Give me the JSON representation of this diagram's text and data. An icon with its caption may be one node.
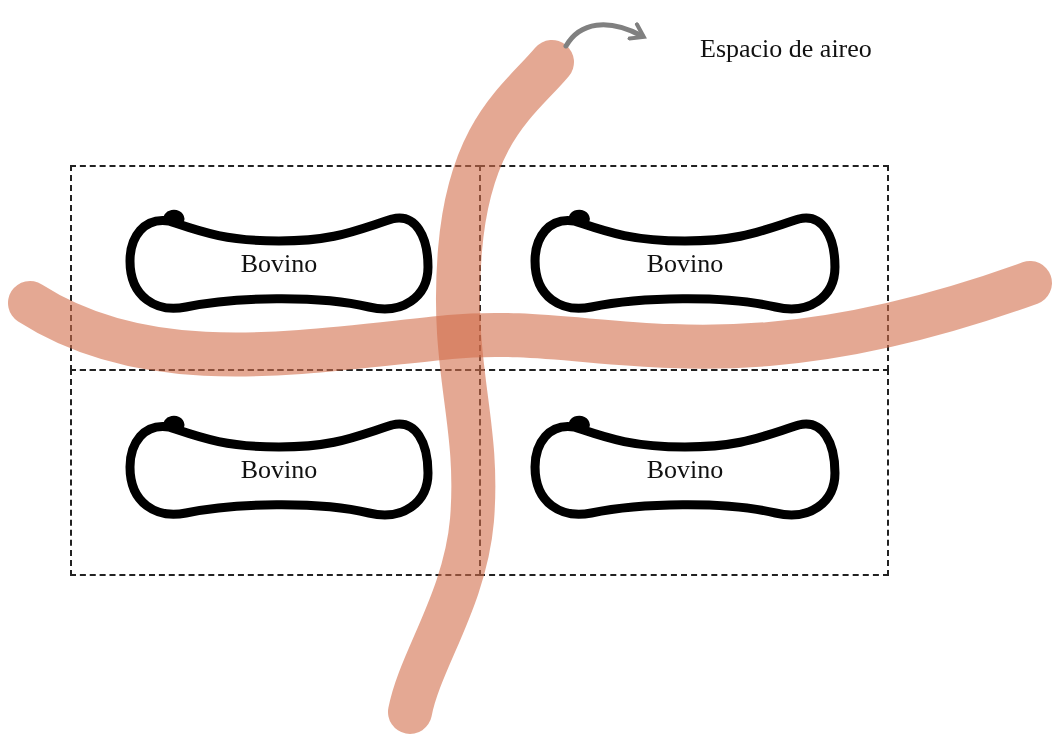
{
  "diagram": {
    "nodes": [
      {
        "text": [
          "Espacio de aireo"
        ]
      },
      {
        "text": [],
        "shape": "band"
      },
      {
        "text": [],
        "shape": "band"
      },
      {
        "text": [],
        "shape": "box"
      },
      {
        "text": [],
        "shape": "box"
      },
      {
        "text": [],
        "shape": "box"
      },
      {
        "text": [],
        "shape": "box"
      },
      {
        "text": [
          "Bovino"
        ],
        "in": 3
      },
      {
        "text": [
          "Bovino"
        ],
        "in": 4
      },
      {
        "text": [
          "Bovino"
        ],
        "in": 5
      },
      {
        "text": [
          "Bovino"
        ],
        "in": 6
      }
    ],
    "edges": [
      {
        "from": 1,
        "to": 0,
        "arrow": "to",
        "color": "#808080"
      }
    ]
  }
}
